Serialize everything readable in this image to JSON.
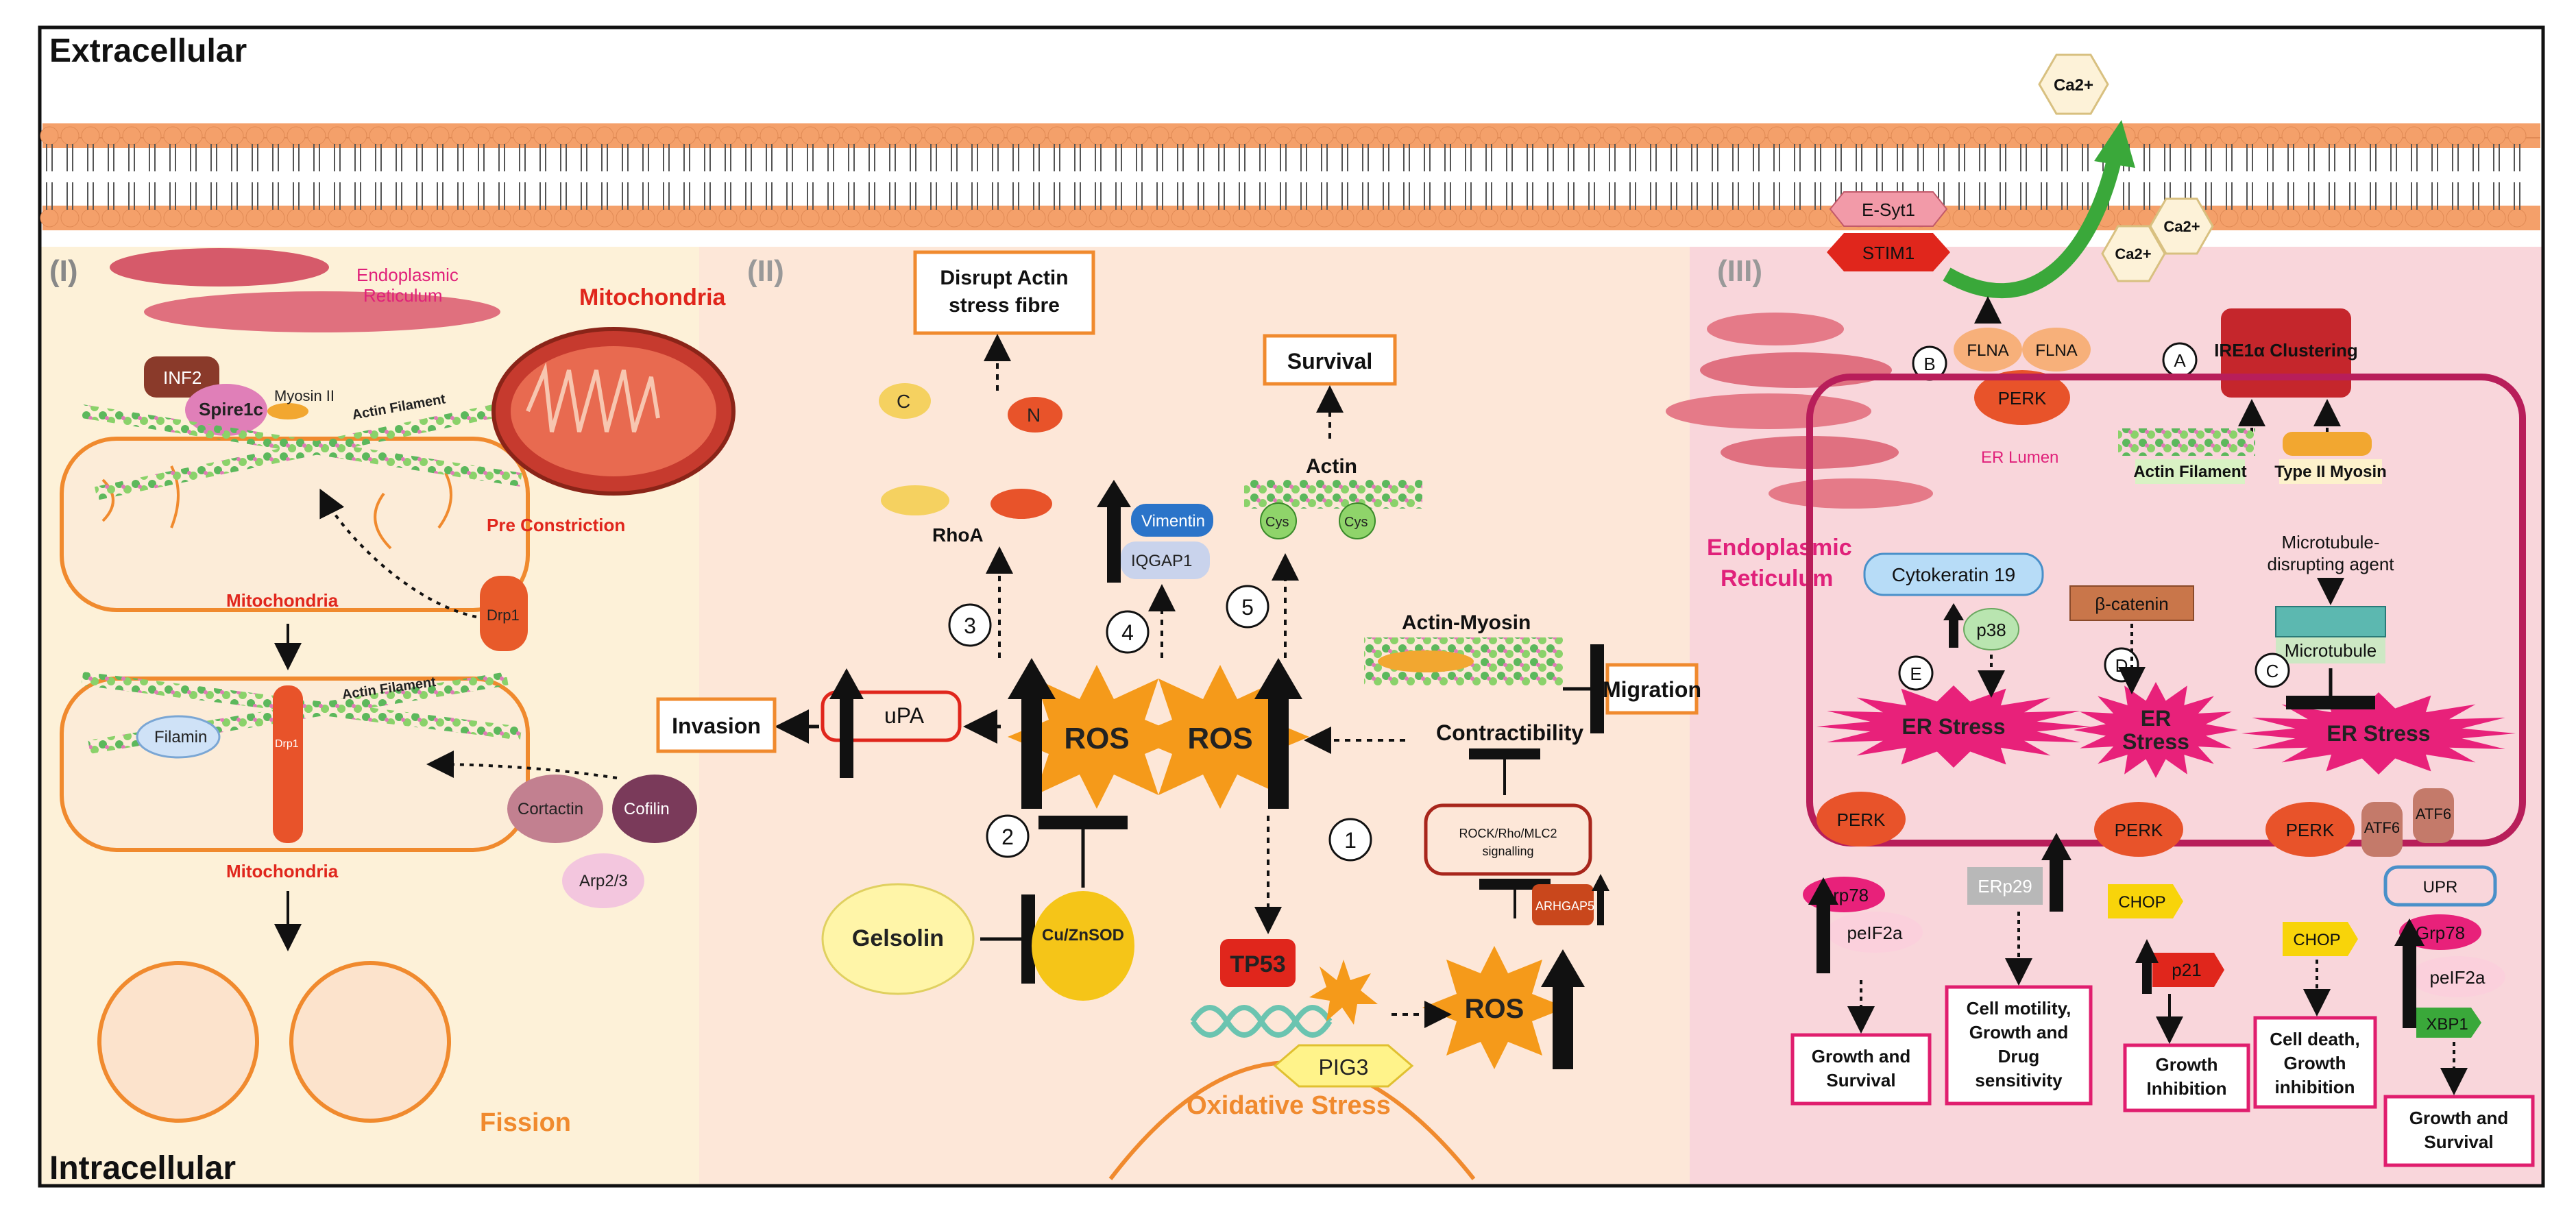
{
  "regions": {
    "extracellular": "Extracellular",
    "intracellular": "Intracellular"
  },
  "panels": {
    "p1": "(I)",
    "p2": "(II)",
    "p3": "(III)"
  },
  "ions": {
    "ca": "Ca2+"
  },
  "panel1": {
    "er": "Endoplasmic",
    "er2": "Reticulum",
    "inf2": "INF2",
    "spire": "Spire1c",
    "myosin": "Myosin II",
    "actin_filament": "Actin Filament",
    "pre": "Pre Constriction",
    "mito": "Mitochondria",
    "drp1": "Drp1",
    "filamin": "Filamin",
    "cortactin": "Cortactin",
    "cofilin": "Cofilin",
    "arp": "Arp2/3",
    "fission": "Fission",
    "mito_title": "Mitochondria"
  },
  "panel2": {
    "disrupt1": "Disrupt Actin",
    "disrupt2": "stress fibre",
    "c": "C",
    "n": "N",
    "rhoa": "RhoA",
    "vimentin": "Vimentin",
    "iqgap": "IQGAP1",
    "survival": "Survival",
    "actin": "Actin",
    "cys1": "Cys",
    "cys2": "Cys",
    "actin_myosin": "Actin-Myosin",
    "migration": "Migration",
    "contract": "Contractibility",
    "invasion": "Invasion",
    "upa": "uPA",
    "ros": "ROS",
    "rock1": "ROCK/Rho/MLC2",
    "rock2": "signalling",
    "arhgap": "ARHGAP5",
    "gelsolin": "Gelsolin",
    "sod": "Cu/ZnSOD",
    "tp53": "TP53",
    "pig3": "PIG3",
    "oxidative": "Oxidative Stress",
    "n1": "1",
    "n2": "2",
    "n3": "3",
    "n4": "4",
    "n5": "5"
  },
  "panel3": {
    "esyt": "E-Syt1",
    "stim": "STIM1",
    "flna": "FLNA",
    "perk": "PERK",
    "er_lumen": "ER Lumen",
    "ire": "IRE1α Clustering",
    "actin_filament": "Actin Filament",
    "myosin2": "Type II Myosin",
    "er1": "Endoplasmic",
    "er2": "Reticulum",
    "ck19": "Cytokeratin 19",
    "p38": "p38",
    "bcat": "β-catenin",
    "mtagent1": "Microtubule-",
    "mtagent2": "disrupting agent",
    "microtubule": "Microtubule",
    "er_stress": "ER Stress",
    "er_s1": "ER",
    "er_s2": "Stress",
    "grp78": "Grp78",
    "pelf": "peIF2a",
    "erp29": "ERp29",
    "chop": "CHOP",
    "p21": "p21",
    "atf6": "ATF6",
    "upr": "UPR",
    "xbp1": "XBP1",
    "A": "A",
    "B": "B",
    "C": "C",
    "D": "D",
    "E": "E",
    "out_growth1": "Growth and",
    "out_growth2": "Survival",
    "out_cell1": "Cell motility,",
    "out_cell2": "Growth and",
    "out_cell3": "Drug",
    "out_cell4": "sensitivity",
    "out_inh1": "Growth",
    "out_inh2": "Inhibition",
    "out_death1": "Cell death,",
    "out_death2": "Growth",
    "out_death3": "inhibition",
    "out_gs1": "Growth and",
    "out_gs2": "Survival"
  },
  "colors": {
    "panel1": "#fdf1d8",
    "panel2": "#fde4d2",
    "panel3": "#f9d5d9",
    "ros": "#f59a1a",
    "er_stress": "#e8217a",
    "box_orange": "#f08a2e",
    "box_pink": "#e01e6e",
    "mito": "#d9472b",
    "lipid": "#f4a06a"
  }
}
